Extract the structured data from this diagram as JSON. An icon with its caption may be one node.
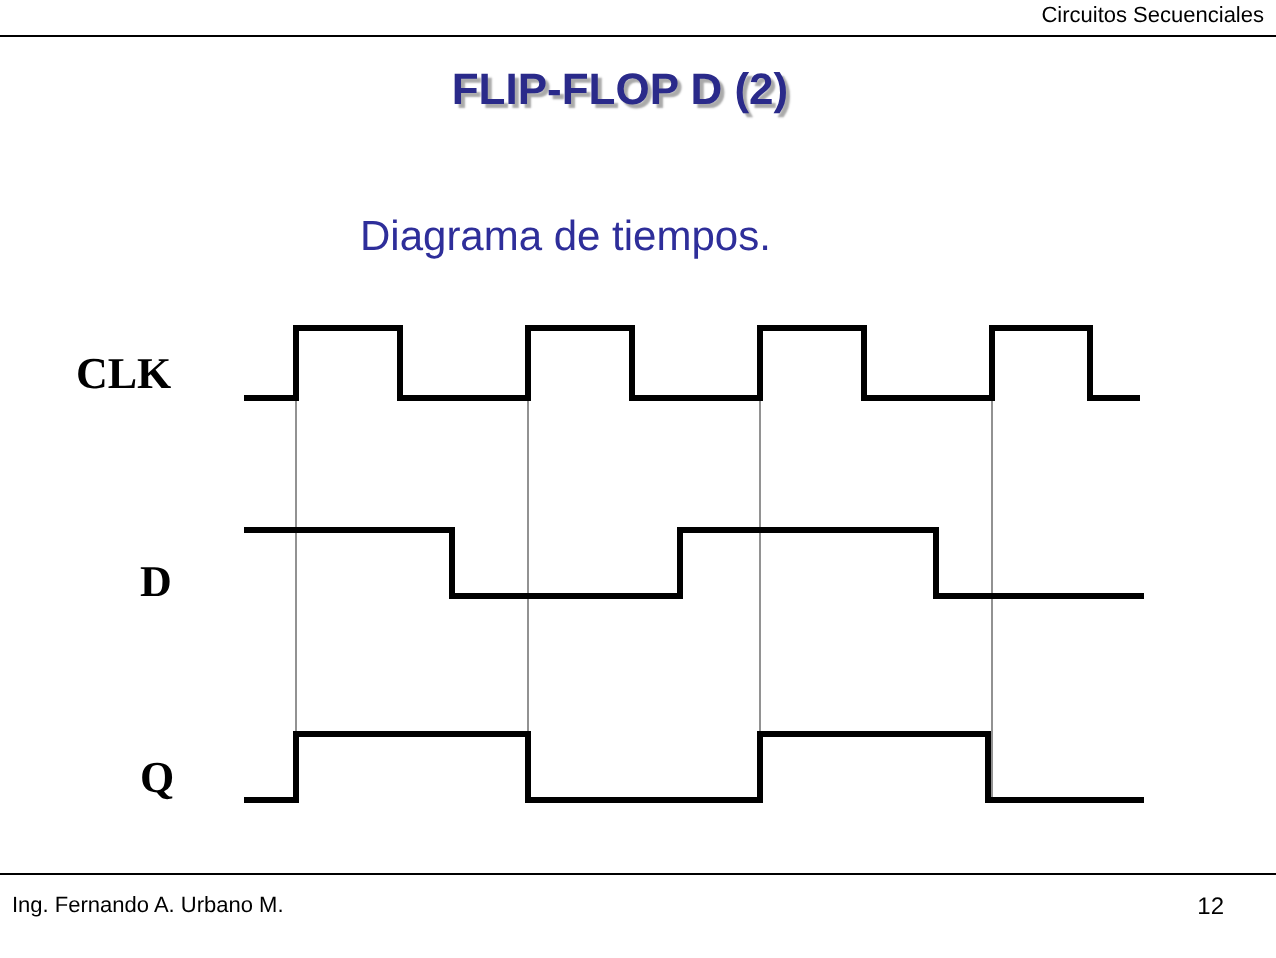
{
  "diagram": {
    "title": "FLIP-FLOP D (2)",
    "labels": [
      "Circuitos Secuenciales",
      "Diagrama de tiempos.",
      "CLK",
      "D",
      "Q",
      "Ing. Fernando A. Urbano M.",
      "12"
    ]
  }
}
